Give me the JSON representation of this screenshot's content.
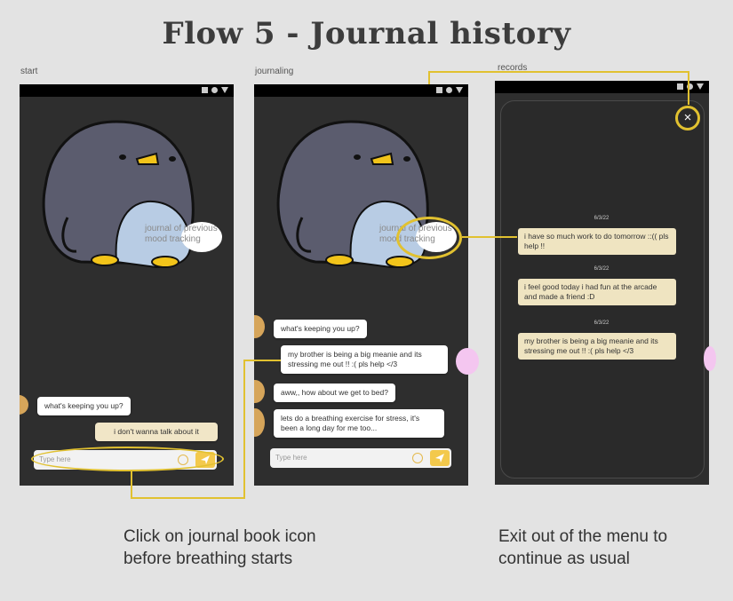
{
  "title": "Flow 5 - Journal history",
  "frames": {
    "start": "start",
    "journaling": "journaling",
    "records": "records"
  },
  "journal_label": "journal of previous\nmood tracking",
  "start_screen": {
    "bot_message": "what's keeping you up?",
    "user_message": "i don't wanna talk about it",
    "input_placeholder": "Type here"
  },
  "journaling_screen": {
    "messages": [
      {
        "from": "bot",
        "text": "what's keeping you up?"
      },
      {
        "from": "user",
        "text": "my brother is being a big meanie and its stressing me out !! :( pls help </3"
      },
      {
        "from": "bot",
        "text": "aww,, how about we get to bed?"
      },
      {
        "from": "bot",
        "text": "lets do a breathing exercise for stress, it's been a long day for me too..."
      }
    ],
    "input_placeholder": "Type here"
  },
  "records_screen": {
    "close_label": "×",
    "entries": [
      {
        "date": "6/3/22",
        "text": "i have so much work to do tomorrow ::(( pls help !!"
      },
      {
        "date": "6/3/22",
        "text": "i feel good today i had fun at the arcade and made a friend :D"
      },
      {
        "date": "6/3/22",
        "text": "my brother is being a big meanie and its stressing me out !! :( pls help </3"
      }
    ]
  },
  "captions": {
    "left": "Click on journal book icon before breathing starts",
    "right": "Exit out of the menu to continue as usual"
  },
  "colors": {
    "background": "#e3e3e3",
    "phone_bg": "#2e2e2e",
    "highlight": "#e1c130",
    "penguin_body": "#5b5c6e",
    "penguin_belly": "#b8cce4",
    "beak": "#f2c41a",
    "user_bubble": "#f1e6c7",
    "record_bg": "#efe4c1"
  }
}
